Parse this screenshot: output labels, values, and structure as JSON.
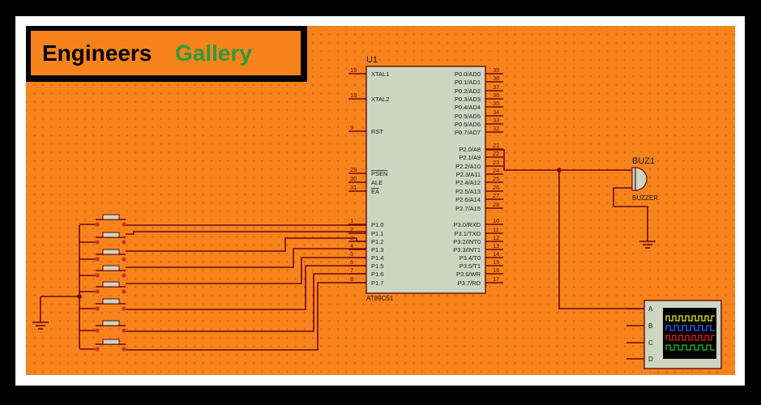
{
  "logo": {
    "word1": "Engineers",
    "word2": "Gallery",
    "color1": "#000000",
    "color2": "#2e9a3a"
  },
  "colors": {
    "sheet": "#f7831c",
    "wire": "#6b0a0a",
    "chip_fill": "#cdd6c1",
    "pin_label": "#1a1a1a",
    "pin_number": "#6b0a0a",
    "button_dot": "#c0392b"
  },
  "mcu": {
    "ref": "U1",
    "part": "AT89C51",
    "left_pins": [
      {
        "num": "19",
        "name": "XTAL1"
      },
      {
        "num": "18",
        "name": "XTAL2"
      },
      {
        "num": "9",
        "name": "RST"
      },
      {
        "num": "29",
        "name": "PSEN"
      },
      {
        "num": "30",
        "name": "ALE"
      },
      {
        "num": "31",
        "name": "EA"
      },
      {
        "num": "1",
        "name": "P1.0"
      },
      {
        "num": "2",
        "name": "P1.1"
      },
      {
        "num": "3",
        "name": "P1.2"
      },
      {
        "num": "4",
        "name": "P1.3"
      },
      {
        "num": "5",
        "name": "P1.4"
      },
      {
        "num": "6",
        "name": "P1.5"
      },
      {
        "num": "7",
        "name": "P1.6"
      },
      {
        "num": "8",
        "name": "P1.7"
      }
    ],
    "right_pins": [
      {
        "num": "39",
        "name": "P0.0/AD0"
      },
      {
        "num": "38",
        "name": "P0.1/AD1"
      },
      {
        "num": "37",
        "name": "P0.2/AD2"
      },
      {
        "num": "36",
        "name": "P0.3/AD3"
      },
      {
        "num": "35",
        "name": "P0.4/AD4"
      },
      {
        "num": "34",
        "name": "P0.5/AD5"
      },
      {
        "num": "33",
        "name": "P0.6/AD6"
      },
      {
        "num": "32",
        "name": "P0.7/AD7"
      },
      {
        "num": "21",
        "name": "P2.0/A8"
      },
      {
        "num": "22",
        "name": "P2.1/A9"
      },
      {
        "num": "23",
        "name": "P2.2/A10"
      },
      {
        "num": "24",
        "name": "P2.3/A11"
      },
      {
        "num": "25",
        "name": "P2.4/A12"
      },
      {
        "num": "26",
        "name": "P2.5/A13"
      },
      {
        "num": "27",
        "name": "P2.6/A14"
      },
      {
        "num": "28",
        "name": "P2.7/A15"
      },
      {
        "num": "10",
        "name": "P3.0/RXD"
      },
      {
        "num": "11",
        "name": "P3.1/TXD"
      },
      {
        "num": "12",
        "name": "P3.2/INT0"
      },
      {
        "num": "13",
        "name": "P3.3/INT1"
      },
      {
        "num": "14",
        "name": "P3.4/T0"
      },
      {
        "num": "15",
        "name": "P3.5/T1"
      },
      {
        "num": "16",
        "name": "P3.6/WR"
      },
      {
        "num": "17",
        "name": "P3.7/RD"
      }
    ]
  },
  "buzzer": {
    "ref": "BUZ1",
    "value": "BUZZER"
  },
  "scope": {
    "channels": [
      "A",
      "B",
      "C",
      "D"
    ],
    "trace_colors": [
      "#e8e800",
      "#2f5bff",
      "#e02020",
      "#20c020"
    ]
  },
  "buttons": {
    "count": 8
  }
}
